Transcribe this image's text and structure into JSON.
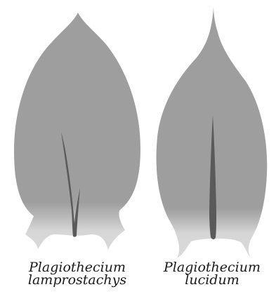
{
  "specimens": [
    {
      "name_line1": "Plagiothecium",
      "name_line2": "lamprostachys"
    },
    {
      "name_line1": "Plagiothecium",
      "name_line2": "lucidum"
    }
  ],
  "colors": {
    "leaf_fill": "#9e9e9e",
    "leaf_base": "#d4d4d4",
    "costa": "#5a5a5a"
  }
}
